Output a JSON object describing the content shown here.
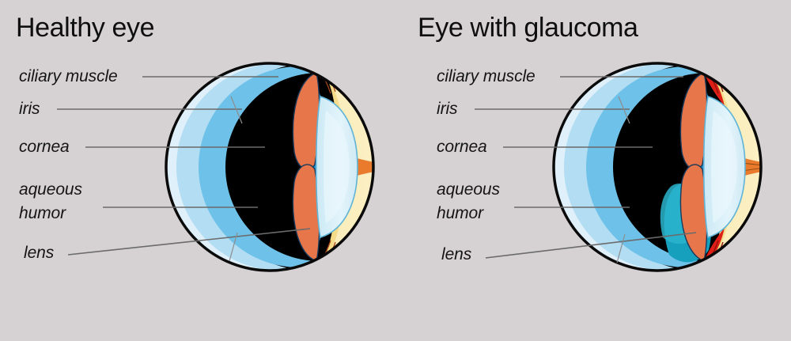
{
  "figure": {
    "kind": "medical-illustration",
    "subject": "Cross-section comparison of a healthy eye and an eye with glaucoma",
    "background_color": "#d6d1d2"
  },
  "panels": [
    {
      "id": "healthy",
      "title": "Healthy eye",
      "labels": [
        {
          "id": "ciliary-muscle",
          "text": "ciliary muscle"
        },
        {
          "id": "iris",
          "text": "iris"
        },
        {
          "id": "cornea",
          "text": "cornea"
        },
        {
          "id": "aqueous-humor-line1",
          "text": "aqueous"
        },
        {
          "id": "aqueous-humor-line2",
          "text": "humor"
        },
        {
          "id": "lens",
          "text": "lens"
        }
      ],
      "anatomy": {
        "sclera": "#000000",
        "outer_white": "#ffffff",
        "inner_gray": "#d2d0d0",
        "cornea": "#d7eef8",
        "aqueous_humor": "#b2ddf2",
        "anterior_chamber": "#6ec1e8",
        "posterior_chamber": "#1f8ec9",
        "iris": "#e8764b",
        "ciliary_muscle": "#e06a3a",
        "lens": "#d6eef7",
        "vitreous_body": "#f6dc8a",
        "vitreous_inner": "#faedbb",
        "optic_nerve_band": "#ea7b2c"
      }
    },
    {
      "id": "glaucoma",
      "title": "Eye with glaucoma",
      "labels": [
        {
          "id": "ciliary-muscle",
          "text": "ciliary muscle"
        },
        {
          "id": "iris",
          "text": "iris"
        },
        {
          "id": "cornea",
          "text": "cornea"
        },
        {
          "id": "aqueous-humor-line1",
          "text": "aqueous"
        },
        {
          "id": "aqueous-humor-line2",
          "text": "humor"
        },
        {
          "id": "lens",
          "text": "lens"
        }
      ],
      "anatomy": {
        "sclera": "#000000",
        "outer_white": "#ffffff",
        "inner_gray": "#d2d0d0",
        "cornea": "#d7eef8",
        "aqueous_humor": "#b2ddf2",
        "anterior_chamber": "#6ec1e8",
        "posterior_chamber": "#1f8ec9",
        "fluid_buildup": "#17a0bd",
        "iris": "#e8764b",
        "ciliary_muscle": "#dd1f17",
        "lens": "#d6eef7",
        "vitreous_body": "#f6dc8a",
        "vitreous_inner": "#faedbb",
        "optic_nerve_band": "#ea7b2c"
      }
    }
  ]
}
